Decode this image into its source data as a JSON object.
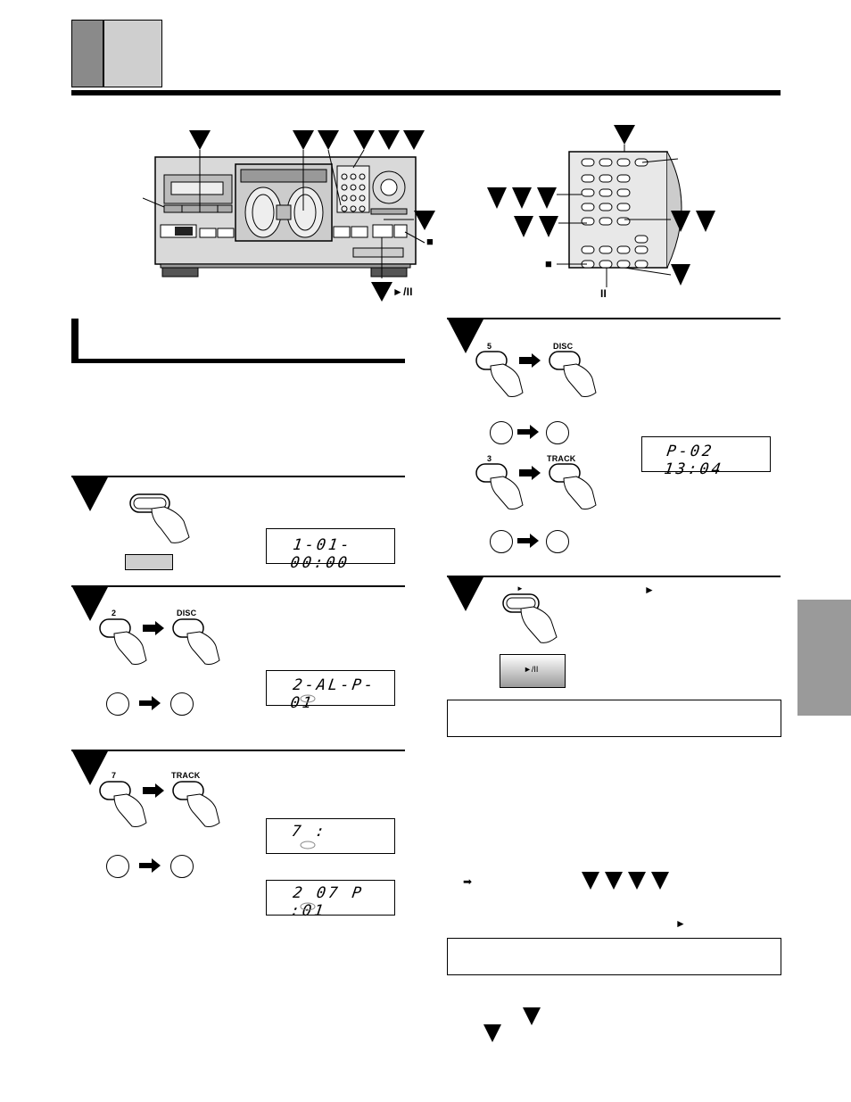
{
  "labels": {
    "square": "■",
    "play_pause": "►/II",
    "pause": "II",
    "num_5": "5",
    "num_3": "3",
    "num_2": "2",
    "num_7": "7",
    "disc": "DISC",
    "track": "TRACK",
    "play": "►",
    "play_text": "►",
    "arrow_text": "➡",
    "play_bottom": "►",
    "playpause_btn": "►/II"
  },
  "displays": {
    "right_step1": "P-02  13:04",
    "step1": "1-01-00:00",
    "step2": "2-AL-P-01",
    "step3a": "7       :",
    "step3b": "2 07 P :01"
  },
  "colors": {
    "header_dark": "#8a8a8a",
    "header_light": "#c8c8c8",
    "side_tab": "#9a9a9a"
  }
}
